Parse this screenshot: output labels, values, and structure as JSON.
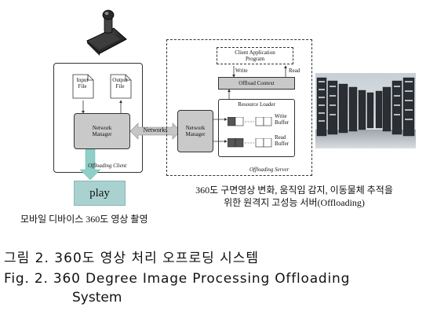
{
  "icons": {
    "phone": "smartphone-vr-controller-icon",
    "servers": "server-racks-photo-icon"
  },
  "client": {
    "input_file": "Input\nFile",
    "output_file": "Output\nFile",
    "network_manager": "Network\nManager",
    "label": "Offloading Client"
  },
  "networks_label": "Networks",
  "server": {
    "client_app_program": "Client Application\nProgram",
    "write": "Write",
    "read": "Read",
    "offload_context": "Offload Context",
    "resource_loader": "Resource Loader",
    "write_buffer": "Write\nBuffer",
    "read_buffer": "Read\nBuffer",
    "network_manager": "Network\nManager",
    "label": "Offloading Server"
  },
  "play_label": "play",
  "server_caption": "360도 구면영상 변화, 움직임 감지, 이동물체 추적을\n위한 원격지 고성능 서버(Offloading)",
  "mobile_caption": "모바일 디바이스 360도 영상 촬영",
  "figure": {
    "title_ko": "그림 2. 360도 영상 처리 오프로딩 시스템",
    "title_en_line1": "Fig. 2. 360 Degree Image Processing Offloading",
    "title_en_line2": "System"
  },
  "colors": {
    "node_gray": "#c9c9c9",
    "play_bg": "#a9d1cf",
    "arrow_teal": "#8fcfc7"
  }
}
